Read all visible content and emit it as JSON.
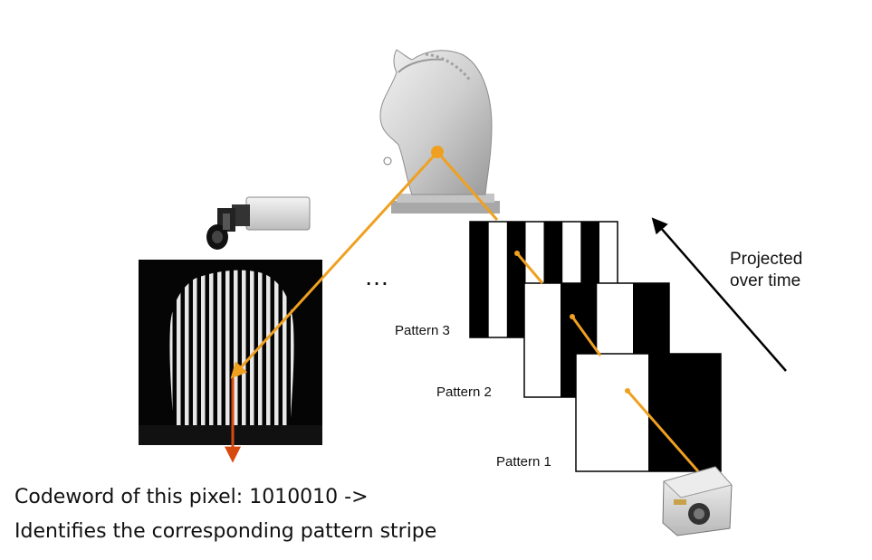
{
  "patterns": [
    {
      "label": "Pattern 3",
      "stripes": [
        0,
        1,
        0,
        1,
        0,
        1,
        0,
        1
      ],
      "name": "pattern-3-card"
    },
    {
      "label": "Pattern 2",
      "stripes": [
        1,
        1,
        0,
        0,
        1,
        1,
        0,
        0
      ],
      "name": "pattern-2-card"
    },
    {
      "label": "Pattern 1",
      "stripes": [
        1,
        1,
        1,
        1,
        0,
        0,
        0,
        0
      ],
      "name": "pattern-1-card"
    }
  ],
  "ellipsis": "…",
  "projected_label_line1": "Projected",
  "projected_label_line2": "over time",
  "caption_line1": "Codeword of this pixel: 1010010 ->",
  "caption_line2": "Identifies the corresponding pattern stripe",
  "colors": {
    "ray_orange": "#f0a020",
    "down_arrow": "#d64a10",
    "stripe_black": "#000000",
    "stripe_white": "#ffffff",
    "bust_gray": "#d8d8d8"
  },
  "icons": {
    "bust": "horse-head-bust-icon",
    "camera": "camera-icon",
    "projector": "projector-icon"
  }
}
